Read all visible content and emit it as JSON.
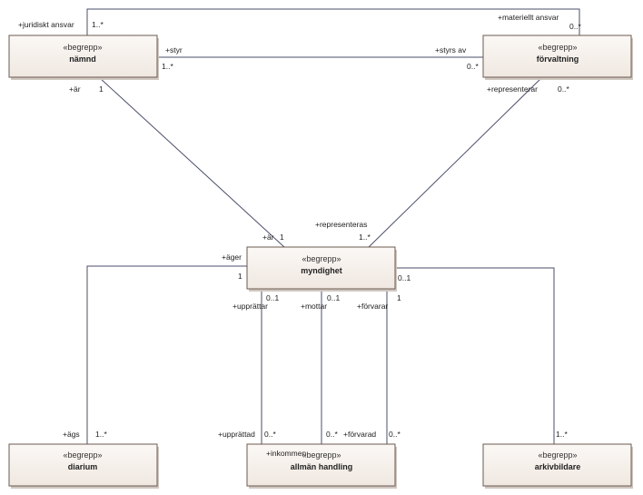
{
  "classes": {
    "namnd": {
      "stereotype": "«begrepp»",
      "name": "nämnd"
    },
    "forvaltning": {
      "stereotype": "«begrepp»",
      "name": "förvaltning"
    },
    "myndighet": {
      "stereotype": "«begrepp»",
      "name": "myndighet"
    },
    "diarium": {
      "stereotype": "«begrepp»",
      "name": "diarium"
    },
    "allman_handling": {
      "stereotype": "«begrepp»",
      "name": "allmän handling"
    },
    "arkivbildare": {
      "stereotype": "«begrepp»",
      "name": "arkivbildare"
    }
  },
  "associations": {
    "ansvar": {
      "role_a": "+juridiskt ansvar",
      "mult_a": "1..*",
      "role_b": "+materiellt ansvar",
      "mult_b": "0..*"
    },
    "styr": {
      "role_a": "+styr",
      "mult_a": "1..*",
      "role_b": "+styrs av",
      "mult_b": "0..*"
    },
    "ar": {
      "role_a": "+är",
      "mult_a": "1",
      "role_b": "+är",
      "mult_b": "1"
    },
    "representerar": {
      "role_a": "+representerar",
      "mult_a": "0..*",
      "role_b": "+representeras",
      "mult_b": "1..*"
    },
    "ager": {
      "role_a": "+äger",
      "mult_a": "1",
      "role_b": "+ägs",
      "mult_b": "1..*"
    },
    "upprattar": {
      "role_a": "+upprättar",
      "mult_a": "0..1",
      "role_b": "+upprättad",
      "mult_b": "0..*"
    },
    "mottar": {
      "role_a": "+mottar",
      "mult_a": "0..1",
      "role_b": "+inkommen",
      "mult_b": "0..*"
    },
    "forvarar": {
      "role_a": "+förvarar",
      "mult_a": "1",
      "role_b": "+förvarad",
      "mult_b": "0..*"
    },
    "arkiv": {
      "mult_a": "0..1",
      "mult_b": "1..*"
    }
  }
}
